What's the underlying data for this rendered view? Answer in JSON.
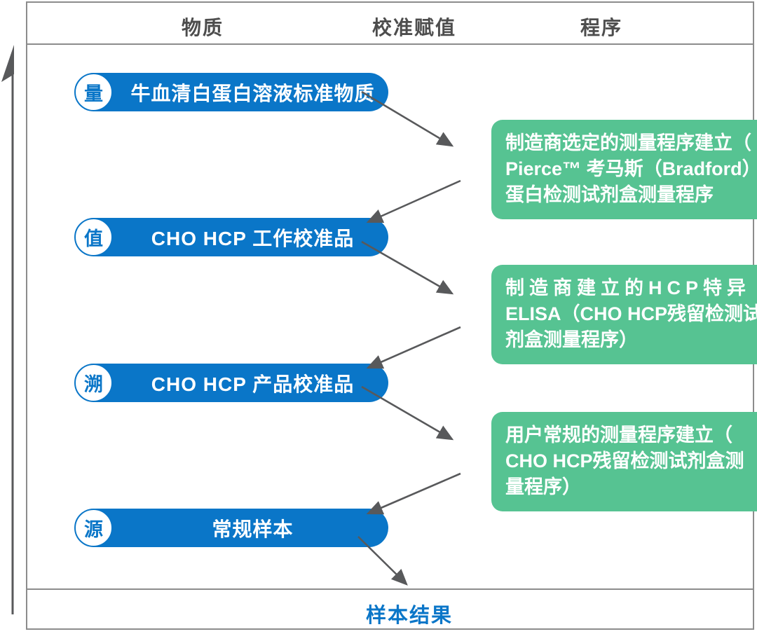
{
  "header": {
    "columns": [
      "物质",
      "校准赋值",
      "程序"
    ]
  },
  "materials": [
    {
      "badge": "量",
      "label": "牛血清白蛋白溶液标准物质"
    },
    {
      "badge": "值",
      "label": "CHO HCP 工作校准品"
    },
    {
      "badge": "溯",
      "label": "CHO HCP 产品校准品"
    },
    {
      "badge": "源",
      "label": "常规样本"
    }
  ],
  "procedures": [
    {
      "lines": [
        "制造商选定的测量程序建立（",
        "Pierce™ 考马斯（Bradford）",
        "蛋白检测试剂盒测量程序"
      ]
    },
    {
      "lines": [
        "制造商建立的HCP特异",
        "ELISA（CHO HCP残留检测试",
        "剂盒测量程序）"
      ]
    },
    {
      "lines": [
        "用户常规的测量程序建立（",
        "CHO HCP残留检测试剂盒测",
        "量程序）"
      ]
    }
  ],
  "footer": {
    "result_label": "样本结果"
  },
  "colors": {
    "blue": "#0A76C8",
    "green": "#56C392",
    "arrow": "#58595B",
    "line": "#8C8C8C",
    "header_text": "#4D4D4D"
  }
}
